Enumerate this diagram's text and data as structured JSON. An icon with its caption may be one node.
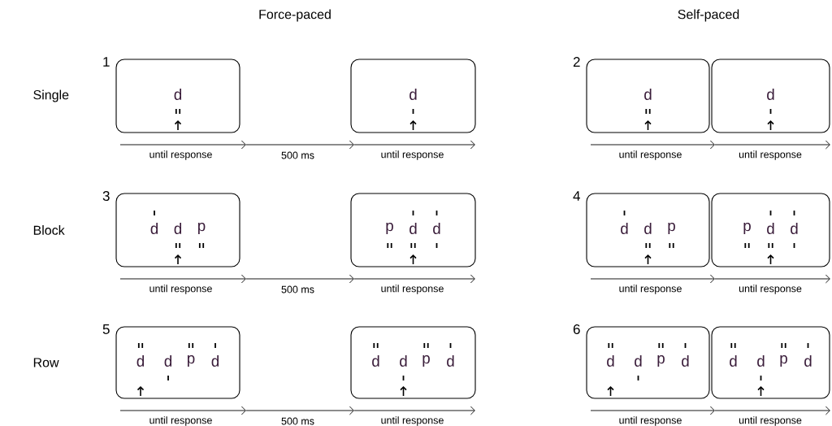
{
  "diagram": {
    "nodes": [
      {
        "text": [
          "d"
        ],
        "beside": [
          "1"
        ]
      },
      {
        "text": [
          "d"
        ]
      },
      {
        "text": [
          "d"
        ],
        "beside": [
          "2"
        ]
      },
      {
        "text": [
          "d"
        ]
      },
      {
        "text": [
          "d",
          "d",
          "p"
        ],
        "beside": [
          "3"
        ]
      },
      {
        "text": [
          "p",
          "d",
          "d"
        ]
      },
      {
        "text": [
          "d",
          "d",
          "p"
        ],
        "beside": [
          "4"
        ]
      },
      {
        "text": [
          "p",
          "d",
          "d"
        ]
      },
      {
        "text": [
          "d",
          "d",
          "p",
          "d"
        ],
        "beside": [
          "5"
        ]
      },
      {
        "text": [
          "d",
          "d",
          "p",
          "d"
        ]
      },
      {
        "text": [
          "d",
          "d",
          "p",
          "d"
        ],
        "beside": [
          "6"
        ]
      },
      {
        "text": [
          "d",
          "d",
          "p",
          "d"
        ]
      }
    ],
    "labels": [
      "Force-paced",
      "Self-paced",
      "Single",
      "until response",
      "500 ms",
      "until response",
      "until response",
      "until response",
      "Block",
      "until response",
      "500 ms",
      "until response",
      "until response",
      "until response",
      "Row",
      "until response",
      "500 ms",
      "until response",
      "until response",
      "until response"
    ]
  }
}
